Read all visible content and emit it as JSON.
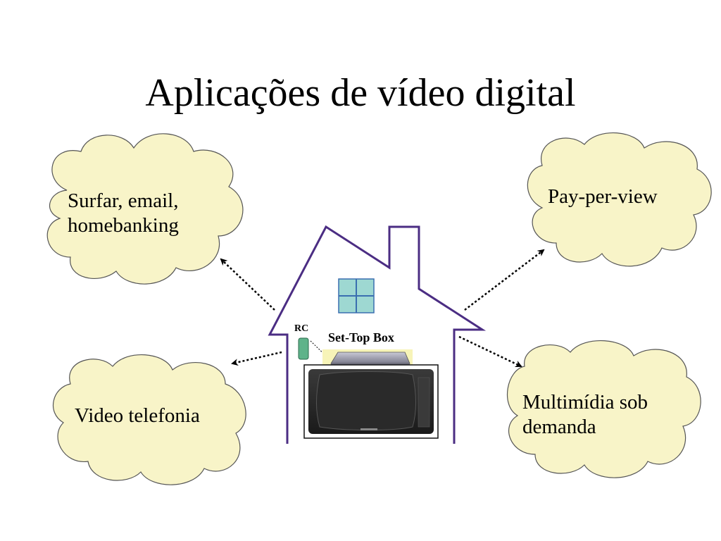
{
  "slide": {
    "title": "Aplicações de vídeo digital",
    "clouds": [
      {
        "id": "internet",
        "lines": [
          "Surfar, email,",
          "homebanking"
        ]
      },
      {
        "id": "payperview",
        "lines": [
          "Pay-per-view"
        ]
      },
      {
        "id": "videophone",
        "lines": [
          "Video telefonia"
        ]
      },
      {
        "id": "multimedia",
        "lines": [
          "Multimídia sob",
          "demanda"
        ]
      }
    ],
    "house": {
      "rc_label": "RC",
      "settop_label": "Set-Top Box"
    }
  },
  "colors": {
    "cloud_fill": "#f8f4c8",
    "cloud_stroke": "#555555",
    "house_stroke": "#4b2d83",
    "window_fill": "#9ed8d2",
    "window_frame": "#3a6fb0",
    "remote_fill": "#5fb38a",
    "arrow": "#000000"
  }
}
